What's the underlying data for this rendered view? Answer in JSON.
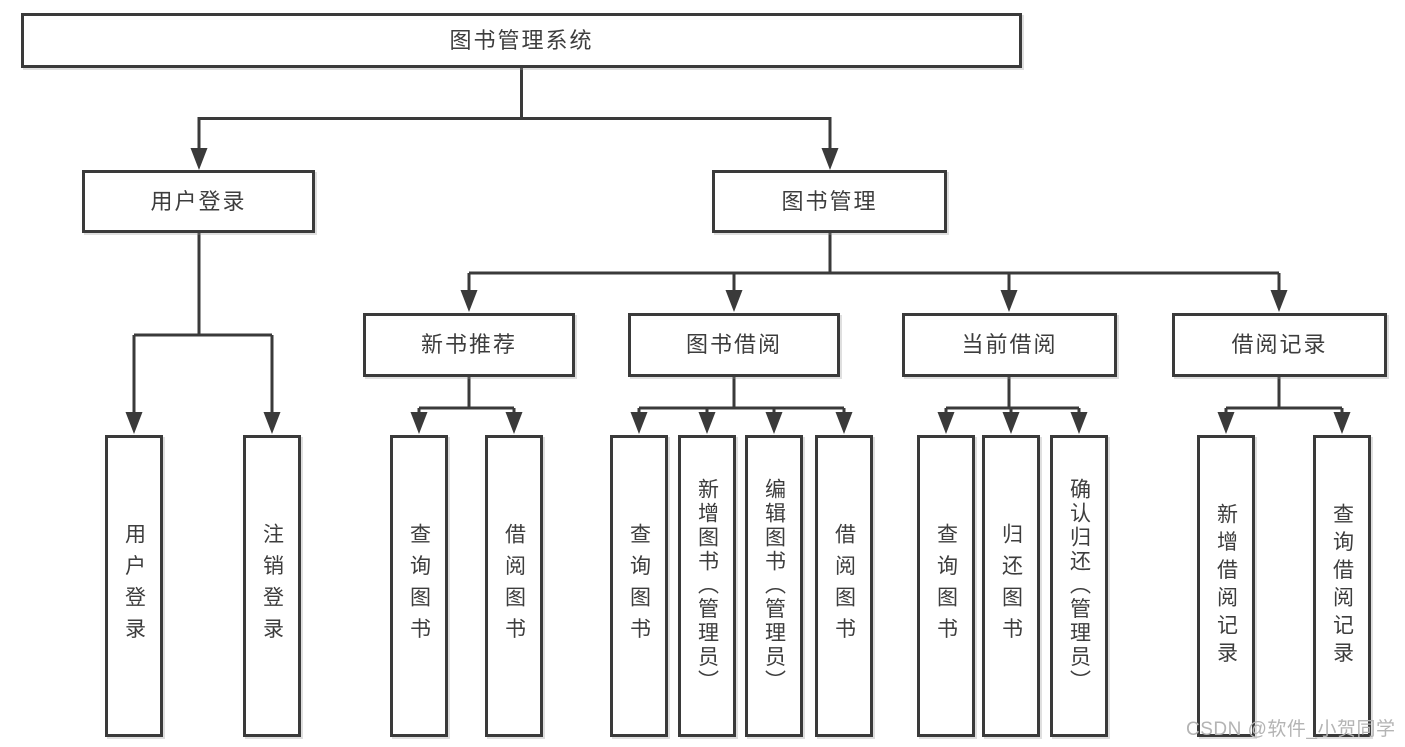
{
  "tree": {
    "label": "图书管理系统",
    "children": [
      {
        "label": "用户登录",
        "children": [
          {
            "label": "用户登录"
          },
          {
            "label": "注销登录"
          }
        ]
      },
      {
        "label": "图书管理",
        "children": [
          {
            "label": "新书推荐",
            "children": [
              {
                "label": "查询图书"
              },
              {
                "label": "借阅图书"
              }
            ]
          },
          {
            "label": "图书借阅",
            "children": [
              {
                "label": "查询图书"
              },
              {
                "label": "新增图书（管理员）"
              },
              {
                "label": "编辑图书（管理员）"
              },
              {
                "label": "借阅图书"
              }
            ]
          },
          {
            "label": "当前借阅",
            "children": [
              {
                "label": "查询图书"
              },
              {
                "label": "归还图书"
              },
              {
                "label": "确认归还（管理员）"
              }
            ]
          },
          {
            "label": "借阅记录",
            "children": [
              {
                "label": "新增借阅记录"
              },
              {
                "label": "查询借阅记录"
              }
            ]
          }
        ]
      }
    ]
  },
  "watermark": {
    "text": "CSDN @软件_小贺同学"
  },
  "colors": {
    "line": "#3a3a3a",
    "text": "#3d3d3d",
    "watermark": "#b4b4b4",
    "background": "#ffffff"
  }
}
